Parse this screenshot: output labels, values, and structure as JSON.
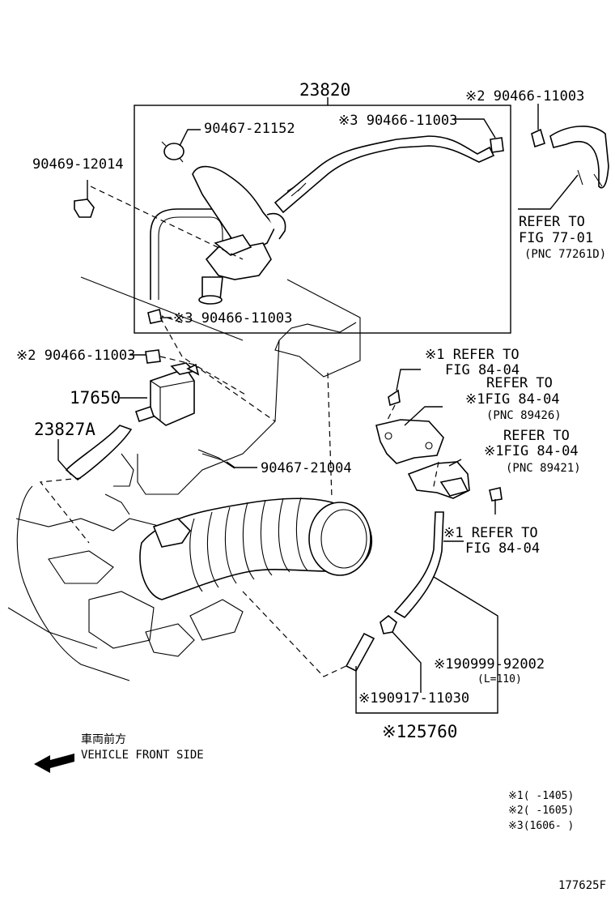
{
  "labels": {
    "assembly": "23820",
    "clamp_top_right": "※2 90466-11003",
    "clamp_inner_top": "※3 90466-11003",
    "clamp_21152": "90467-21152",
    "clip_12014": "90469-12014",
    "clamp_inner_bottom": "※3 90466-11003",
    "refer_77": "REFER TO",
    "refer_77_fig": "FIG 77-01",
    "refer_77_pnc": "(PNC 77261D)",
    "clamp_left": "※2 90466-11003",
    "vsv": "17650",
    "hose_23827a": "23827A",
    "clamp_21004": "90467-21004",
    "refer_a": "※1 REFER TO",
    "refer_a_fig": "FIG 84-04",
    "refer_b": "REFER TO",
    "refer_b_fig": "※1FIG 84-04",
    "refer_b_pnc": "(PNC 89426)",
    "refer_c": "REFER TO",
    "refer_c_fig": "※1FIG 84-04",
    "refer_c_pnc": "(PNC 89421)",
    "refer_d": "※1 REFER TO",
    "refer_d_fig": "FIG 84-04",
    "hose_92002": "※190999-92002",
    "hose_92002_len": "(L=110)",
    "union_11030": "※190917-11030",
    "sensor_assy": "※125760",
    "front_jp": "車両前方",
    "front_en": "VEHICLE FRONT SIDE",
    "note1": "※1(      -1405)",
    "note2": "※2(      -1605)",
    "note3": "※3(1606-      )",
    "figure_id": "177625F"
  },
  "icons": {
    "arrow": "front-arrow-icon"
  }
}
